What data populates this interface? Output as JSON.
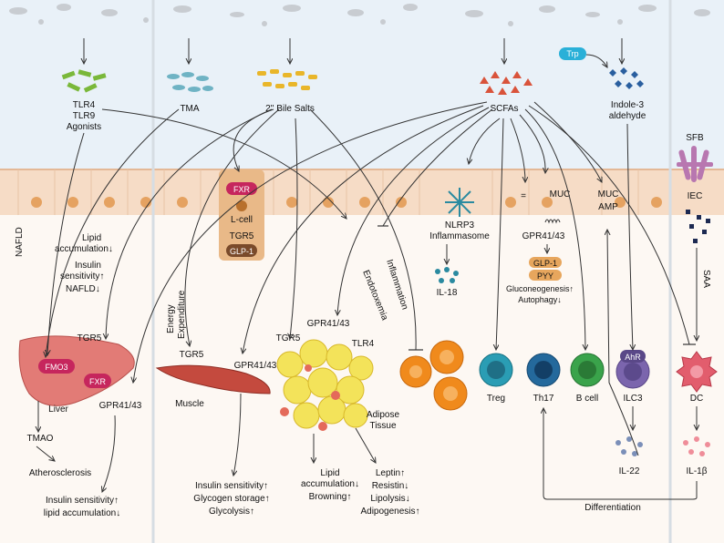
{
  "sources": {
    "tlr": [
      "TLR4",
      "TLR9",
      "Agonists"
    ],
    "tma": "TMA",
    "bile": "2'' Bile Salts",
    "scfa": "SCFAs",
    "trp": "Trp",
    "indole": [
      "Indole-3",
      "aldehyde"
    ]
  },
  "gut": {
    "fxr": "FXR",
    "lcell": "L-cell",
    "tgr5": "TGR5",
    "glp1": "GLP-1",
    "nlrp3": [
      "NLRP3",
      "Inflammasome"
    ],
    "il18": "IL-18",
    "eq": "=",
    "muc": "MUC",
    "muc_amp": [
      "MUC",
      "AMP"
    ],
    "gpr4143": "GPR41/43",
    "glp1b": "GLP-1",
    "pyy": "PYY",
    "gluco": "Gluconeogenesis↑",
    "autophagy": "Autophagy↓",
    "sfb": "SFB",
    "iec": "IEC",
    "saa": "SAA"
  },
  "liver": {
    "lipid_acc": [
      "Lipid",
      "accumulation↓"
    ],
    "insulin_sens": [
      "Insulin",
      "sensitivity↑"
    ],
    "nafld_down": "NAFLD↓",
    "nafld_side": "NAFLD",
    "tgr5": "TGR5",
    "fmo3": "FMO3",
    "fxr": "FXR",
    "liver": "Liver",
    "gpr": "GPR41/43",
    "tmao": "TMAO",
    "athero": "Atherosclerosis",
    "out": [
      "Insulin sensitivity↑",
      "lipid accumulation↓"
    ]
  },
  "muscle": {
    "energy": [
      "Energy",
      "Expenditure"
    ],
    "tgr5": "TGR5",
    "gpr": "GPR41/43",
    "label": "Muscle",
    "out": [
      "Insulin sensitivity↑",
      "Glycogen storage↑",
      "Glycolysis↑"
    ]
  },
  "adipose": {
    "gpr": "GPR41/43",
    "tgr5": "TGR5",
    "tlr4": "TLR4",
    "endotoxemia": "Endotoxemia",
    "inflammation": "Inflammation",
    "label": [
      "Adipose",
      "Tissue"
    ],
    "out1": [
      "Lipid",
      "accumulation↓",
      "Browning↑"
    ],
    "out2": [
      "Leptin↑",
      "Resistin↓",
      "Lipolysis↓",
      "Adipogenesis↑"
    ]
  },
  "immune": {
    "treg": "Treg",
    "th17": "Th17",
    "bcell": "B cell",
    "ahr": "AhR",
    "ilc3": "ILC3",
    "dc": "DC",
    "il22": "IL-22",
    "il1b": "IL-1β",
    "diff": "Differentiation"
  },
  "colors": {
    "lumen": "#e9f1f8",
    "epithelium": "#f6dcc6",
    "tissue": "#fdf8f3",
    "tlr_green": "#7ab83a",
    "tma_teal": "#6fb3c4",
    "bile_yellow": "#e9b62a",
    "scfa_red": "#d9533b",
    "indole_blue": "#2a5f9f",
    "liver": "#e27b76",
    "adipose": "#f3e35a",
    "orange_cell": "#f08a1c",
    "treg": "#2a9db4",
    "th17": "#24699c",
    "bcell": "#3aa34b",
    "ilc3": "#7b65ad",
    "dc": "#e25d6d",
    "fmo3": "#c6265d"
  }
}
